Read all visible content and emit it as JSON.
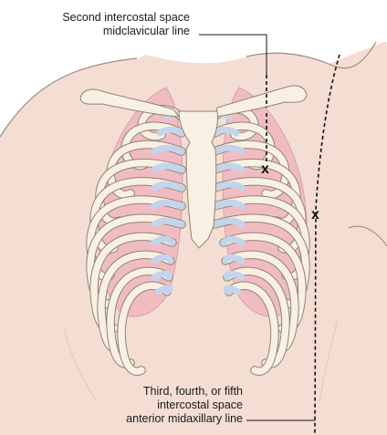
{
  "labels": {
    "top": {
      "line1": "Second intercostal space",
      "line2": "midclavicular line"
    },
    "bottom": {
      "line1": "Third, fourth, or fifth",
      "line2": "intercostal space",
      "line3": "anterior midaxillary line"
    }
  },
  "markers": {
    "top": "x",
    "bottom": "x"
  },
  "colors": {
    "skin": "#f4ddd2",
    "skin_outline": "#9c8a84",
    "rib_fill": "#f8f1e3",
    "rib_outline": "#8f8275",
    "intercostal": "#f2c2c6",
    "costal_cartilage": "#c4d4ea",
    "lung": "#f0bcc2",
    "dashed_line": "#111111"
  }
}
